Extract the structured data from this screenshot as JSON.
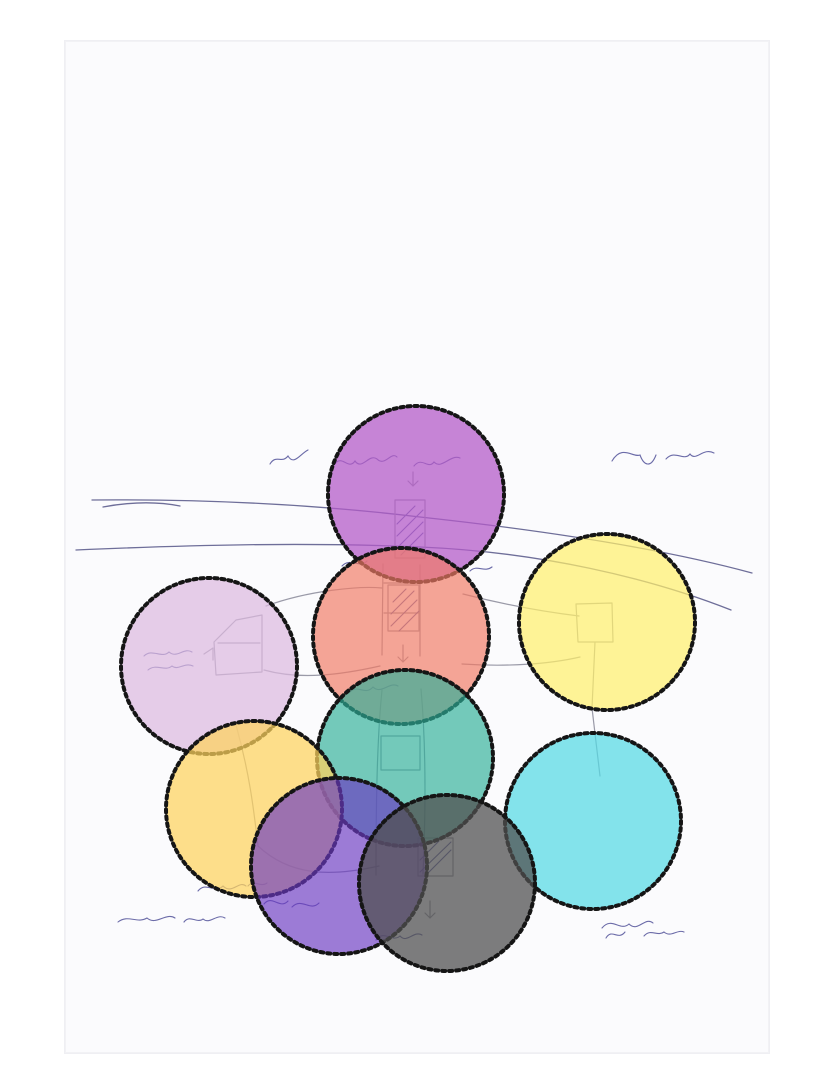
{
  "document": {
    "type": "hand-drawn sketch with highlighted regions"
  },
  "annotations": [
    {
      "color": "#b45ac8",
      "opacity": 0.74
    },
    {
      "color": "#f07a64",
      "opacity": 0.68
    },
    {
      "color": "#fff06a",
      "opacity": 0.7
    },
    {
      "color": "#dcb8de",
      "opacity": 0.7
    },
    {
      "color": "#2cae98",
      "opacity": 0.66
    },
    {
      "color": "#fdd25d",
      "opacity": 0.72
    },
    {
      "color": "#55d9e3",
      "opacity": 0.72
    },
    {
      "color": "#6a38c3",
      "opacity": 0.66
    },
    {
      "color": "#4f4f4f",
      "opacity": 0.74
    }
  ]
}
